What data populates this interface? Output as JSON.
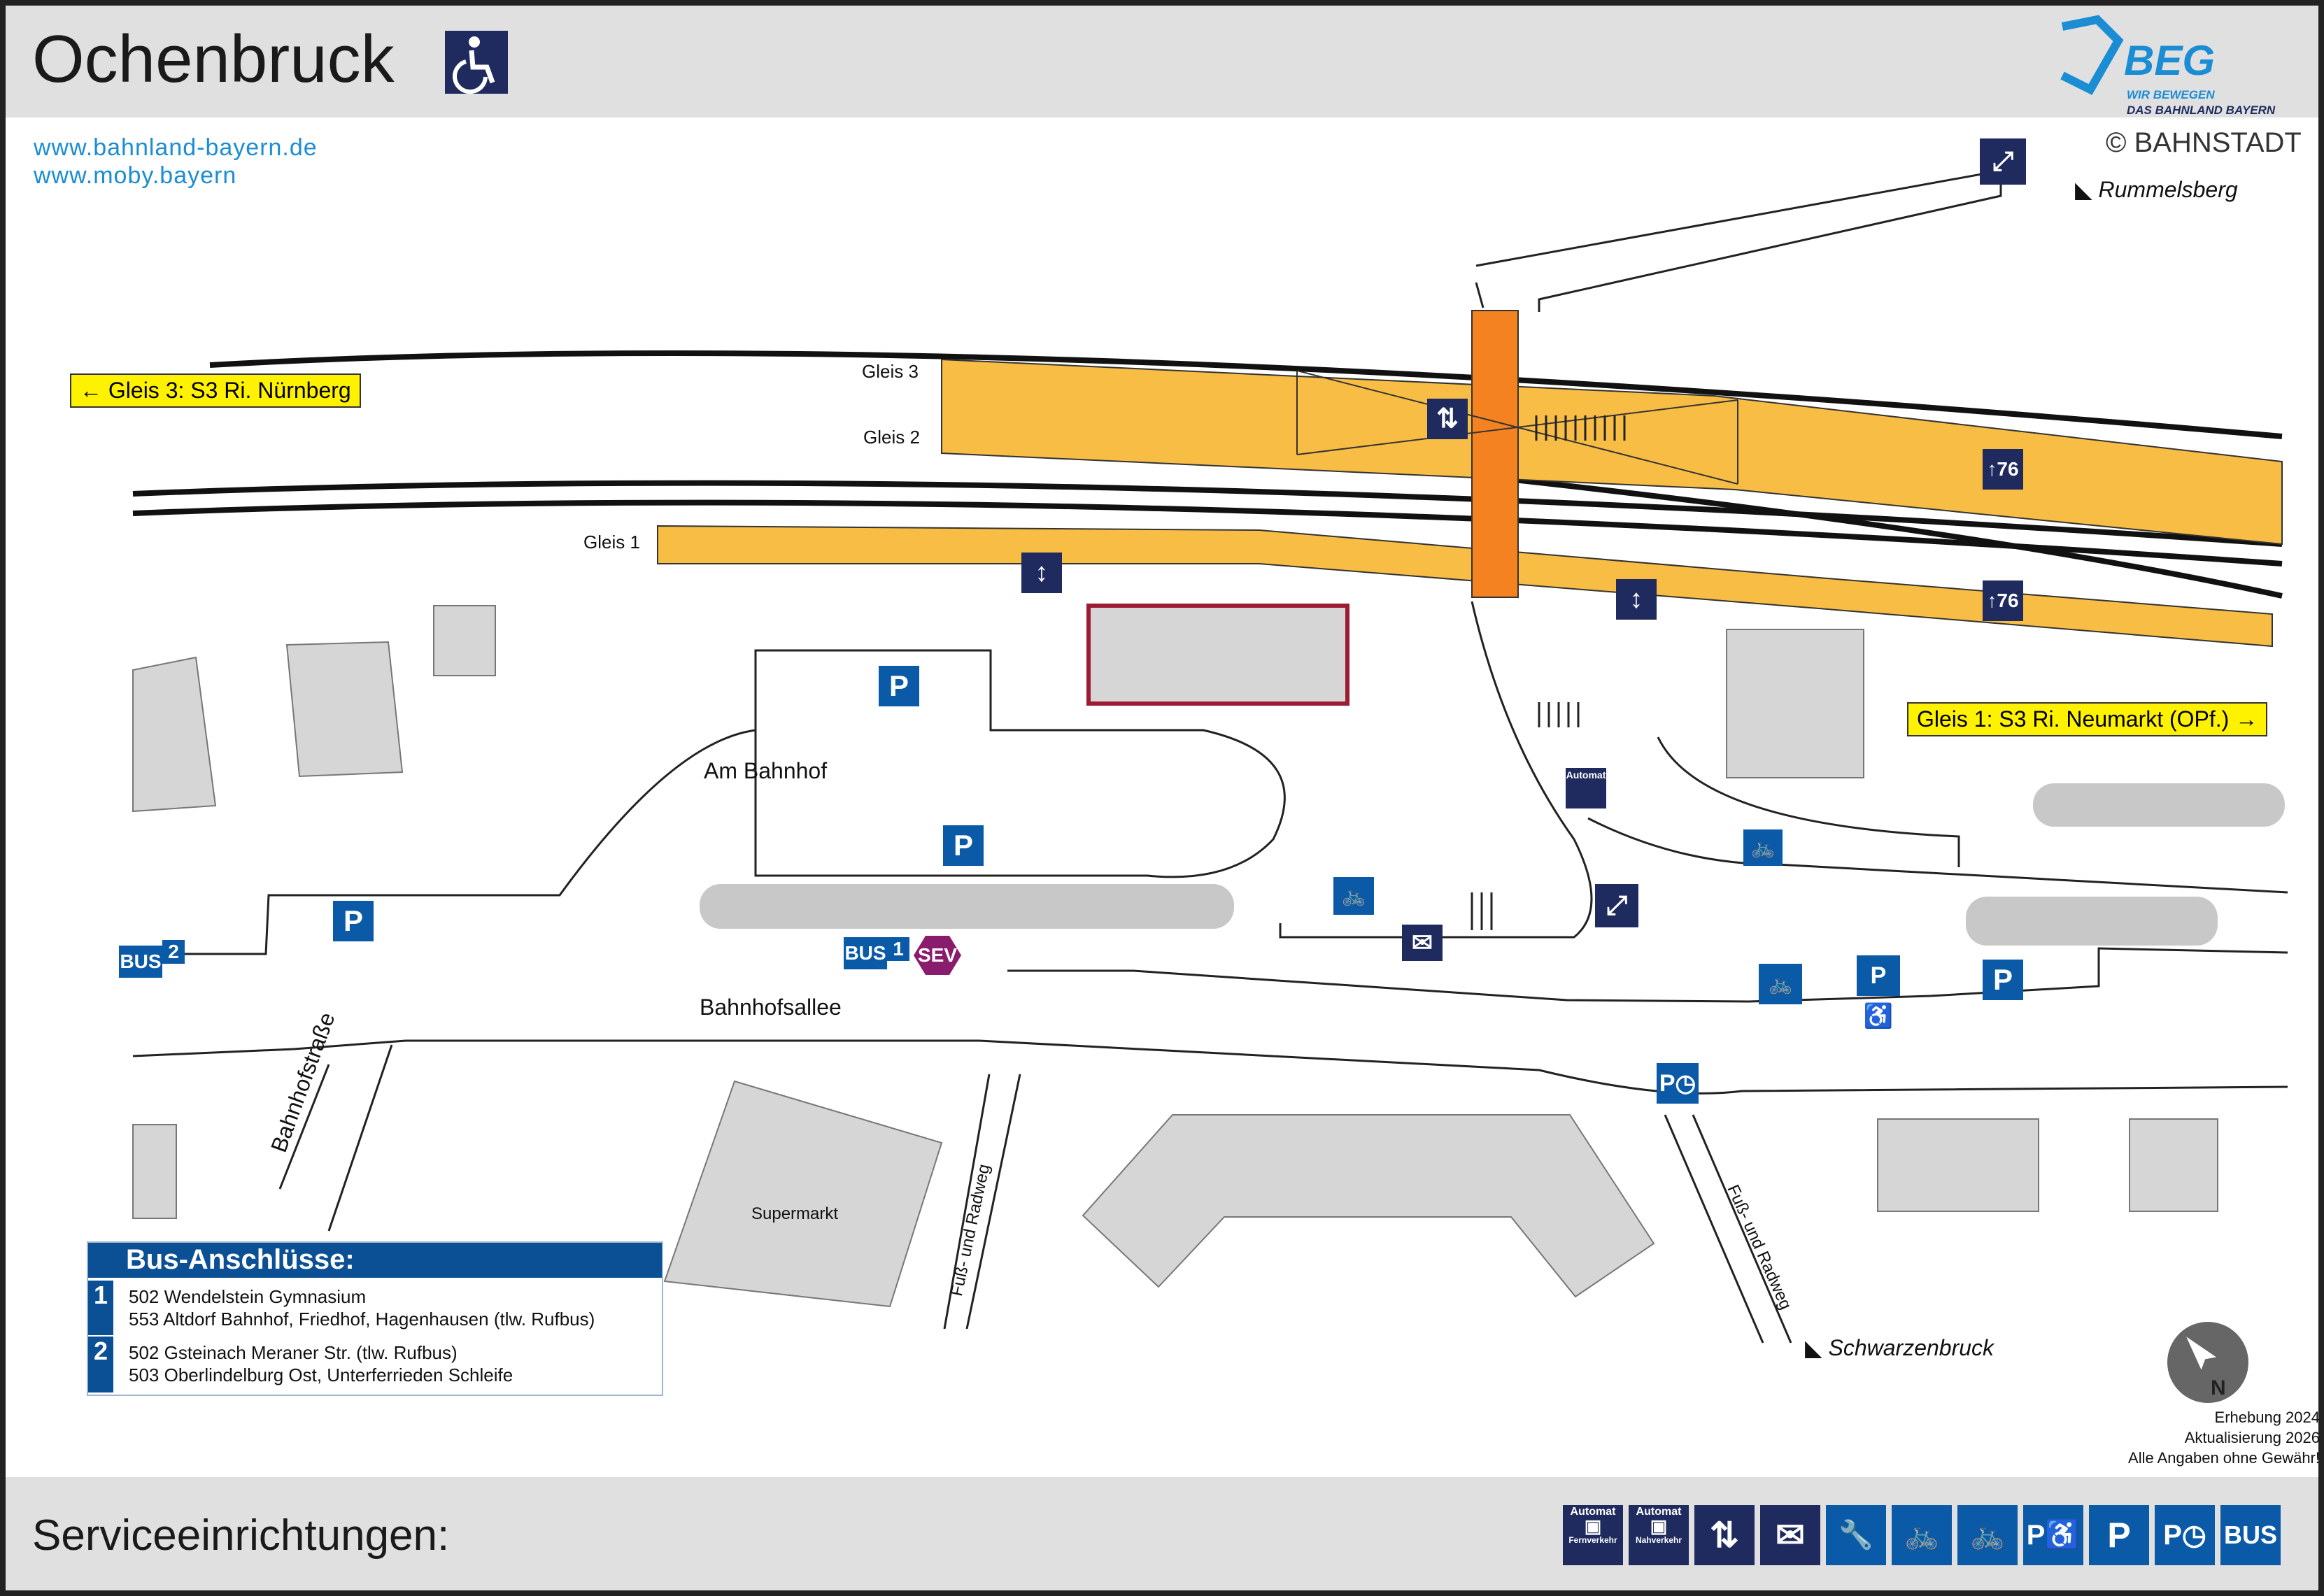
{
  "header": {
    "title": "Ochenbruck",
    "brand_name": "BEG",
    "brand_slogan_1": "WIR BEWEGEN",
    "brand_slogan_2": "DAS BAHNLAND BAYERN",
    "copyright": "© BAHNSTADT"
  },
  "links": [
    "www.bahnland-bayern.de",
    "www.moby.bayern"
  ],
  "tracks": {
    "gleis3": "Gleis 3",
    "gleis2": "Gleis 2",
    "gleis1": "Gleis 1",
    "dir_left": "Gleis 3: S3 Ri. Nürnberg",
    "dir_right": "Gleis 1: S3 Ri. Neumarkt (OPf.)",
    "height_label": "76"
  },
  "destinations": {
    "rummelsberg": "Rummelsberg",
    "schwarzenbruck": "Schwarzenbruck"
  },
  "streets": {
    "am_bahnhof": "Am Bahnhof",
    "bahnhofsallee": "Bahnhofsallee",
    "bahnhofstrasse": "Bahnhofstraße",
    "fuss_radweg": "Fuß- und Radweg",
    "supermarkt": "Supermarkt"
  },
  "signs": {
    "parking": "P",
    "bus": "BUS",
    "sev": "SEV",
    "bus_stop_1": "1",
    "bus_stop_2": "2",
    "automat": "Automat"
  },
  "bus_connections": {
    "title": "Bus-Anschlüsse:",
    "stops": [
      {
        "num": "1",
        "lines": [
          "502 Wendelstein Gymnasium",
          "553 Altdorf Bahnhof, Friedhof, Hagenhausen (tlw. Rufbus)"
        ]
      },
      {
        "num": "2",
        "lines": [
          "502 Gsteinach Meraner Str. (tlw. Rufbus)",
          "503 Oberlindelburg Ost, Unterferrieden Schleife"
        ]
      }
    ]
  },
  "survey": [
    "Erhebung 2024",
    "Aktualisierung 2026",
    "Alle Angaben ohne Gewähr!"
  ],
  "compass_label": "N",
  "footer": {
    "title": "Serviceeinrichtungen:",
    "legend_automat_1": "Automat",
    "legend_sub_1": "Fernverkehr",
    "legend_automat_2": "Automat",
    "legend_sub_2": "Nahverkehr",
    "legend_bus": "BUS",
    "legend_p": "P"
  },
  "colors": {
    "platform": "#f8bd45",
    "bridge": "#f58220",
    "building": "#d6d6d6",
    "sign_blue": "#0b5aa8",
    "sign_dark": "#1f2b5e",
    "sev": "#8a1c6e",
    "waiting_outline": "#9c1c34"
  }
}
